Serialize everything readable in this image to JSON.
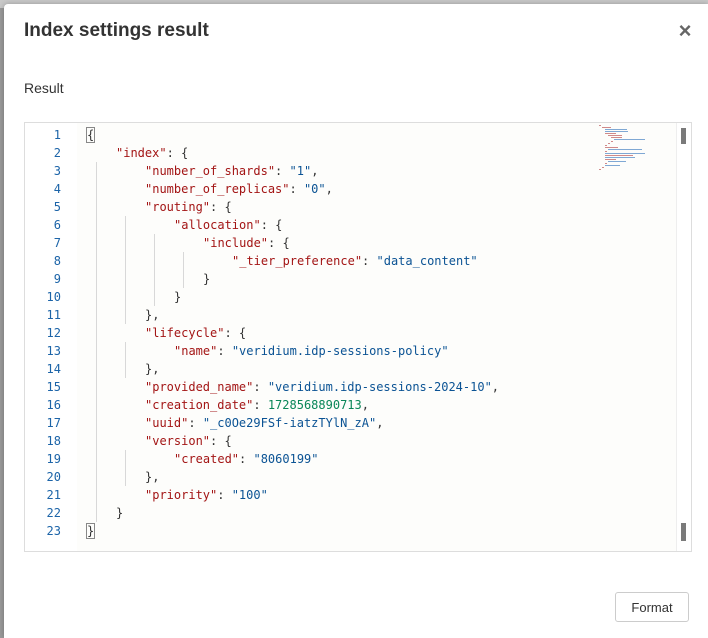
{
  "modal": {
    "title": "Index settings result",
    "close_glyph": "×",
    "section_label": "Result",
    "format_label": "Format"
  },
  "editor": {
    "lines": [
      [
        [
          "p",
          "{"
        ]
      ],
      [
        [
          "k",
          "\"index\""
        ],
        [
          "p",
          ": {"
        ]
      ],
      [
        [
          "k",
          "\"number_of_shards\""
        ],
        [
          "p",
          ": "
        ],
        [
          "s",
          "\"1\""
        ],
        [
          "p",
          ","
        ]
      ],
      [
        [
          "k",
          "\"number_of_replicas\""
        ],
        [
          "p",
          ": "
        ],
        [
          "s",
          "\"0\""
        ],
        [
          "p",
          ","
        ]
      ],
      [
        [
          "k",
          "\"routing\""
        ],
        [
          "p",
          ": {"
        ]
      ],
      [
        [
          "k",
          "\"allocation\""
        ],
        [
          "p",
          ": {"
        ]
      ],
      [
        [
          "k",
          "\"include\""
        ],
        [
          "p",
          ": {"
        ]
      ],
      [
        [
          "k",
          "\"_tier_preference\""
        ],
        [
          "p",
          ": "
        ],
        [
          "s",
          "\"data_content\""
        ]
      ],
      [
        [
          "p",
          "}"
        ]
      ],
      [
        [
          "p",
          "}"
        ]
      ],
      [
        [
          "p",
          "},"
        ]
      ],
      [
        [
          "k",
          "\"lifecycle\""
        ],
        [
          "p",
          ": {"
        ]
      ],
      [
        [
          "k",
          "\"name\""
        ],
        [
          "p",
          ": "
        ],
        [
          "s",
          "\"veridium.idp-sessions-policy\""
        ]
      ],
      [
        [
          "p",
          "},"
        ]
      ],
      [
        [
          "k",
          "\"provided_name\""
        ],
        [
          "p",
          ": "
        ],
        [
          "s",
          "\"veridium.idp-sessions-2024-10\""
        ],
        [
          "p",
          ","
        ]
      ],
      [
        [
          "k",
          "\"creation_date\""
        ],
        [
          "p",
          ": "
        ],
        [
          "n",
          "1728568890713"
        ],
        [
          "p",
          ","
        ]
      ],
      [
        [
          "k",
          "\"uuid\""
        ],
        [
          "p",
          ": "
        ],
        [
          "s",
          "\"_c0Oe29FSf-iatzTYlN_zA\""
        ],
        [
          "p",
          ","
        ]
      ],
      [
        [
          "k",
          "\"version\""
        ],
        [
          "p",
          ": {"
        ]
      ],
      [
        [
          "k",
          "\"created\""
        ],
        [
          "p",
          ": "
        ],
        [
          "s",
          "\"8060199\""
        ]
      ],
      [
        [
          "p",
          "},"
        ]
      ],
      [
        [
          "k",
          "\"priority\""
        ],
        [
          "p",
          ": "
        ],
        [
          "s",
          "\"100\""
        ]
      ],
      [
        [
          "p",
          "}"
        ]
      ],
      [
        [
          "p",
          "}"
        ]
      ]
    ],
    "indents": [
      0,
      1,
      2,
      2,
      2,
      3,
      4,
      5,
      4,
      3,
      2,
      2,
      3,
      2,
      2,
      2,
      2,
      2,
      3,
      2,
      2,
      1,
      0
    ]
  },
  "colors": {
    "key": "#a31515",
    "string": "#0b5394",
    "number": "#098658",
    "line_number": "#1c64a8"
  }
}
